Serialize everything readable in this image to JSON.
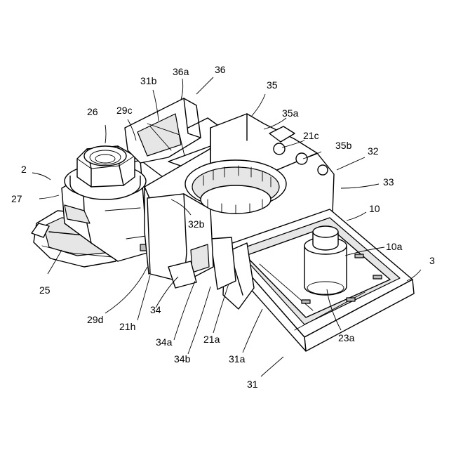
{
  "figure": {
    "labels": {
      "l2": "2",
      "l3": "3",
      "l10": "10",
      "l10a": "10a",
      "l21a": "21a",
      "l21c": "21c",
      "l21h": "21h",
      "l23a": "23a",
      "l25": "25",
      "l26": "26",
      "l27": "27",
      "l29c": "29c",
      "l29d": "29d",
      "l31": "31",
      "l31a": "31a",
      "l31b": "31b",
      "l32": "32",
      "l32b": "32b",
      "l33": "33",
      "l34": "34",
      "l34a": "34a",
      "l34b": "34b",
      "l35": "35",
      "l35a": "35a",
      "l35b": "35b",
      "l36": "36",
      "l36a": "36a"
    }
  }
}
